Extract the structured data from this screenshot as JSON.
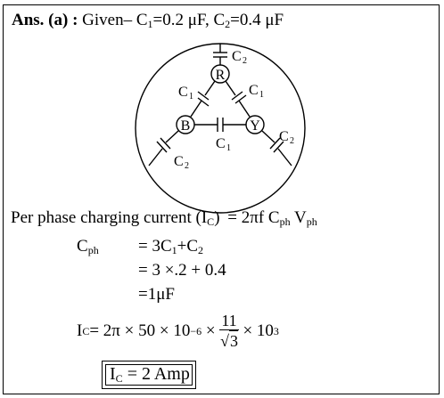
{
  "answer": {
    "label": "Ans. (a) :",
    "given_text": " Given– C",
    "c1_sub": "1",
    "c1_value": "=0.2 μF, C",
    "c2_sub": "2",
    "c2_value": "=0.4 μF"
  },
  "diagram": {
    "node_r": "R",
    "node_b": "B",
    "node_y": "Y",
    "cap_top": "C",
    "cap_top_sub": "2",
    "cap_rb": "C",
    "cap_rb_sub": "1",
    "cap_ry": "C",
    "cap_ry_sub": "1",
    "cap_by": "C",
    "cap_by_sub": "1",
    "cap_b": "C",
    "cap_b_sub": "2",
    "cap_y": "C",
    "cap_y_sub": "2"
  },
  "equations": {
    "charging_label": "Per phase charging current (I",
    "charging_label_sub": "C",
    "charging_label_end": ")",
    "charging_rhs": "= 2πf C",
    "charging_rhs_sub1": "ph",
    "charging_rhs_mid": " V",
    "charging_rhs_sub2": "ph",
    "cph_label": "C",
    "cph_label_sub": "ph",
    "cph_line1": "= 3C",
    "cph_line1_sub": "1",
    "cph_line1_end": "+C",
    "cph_line1_sub2": "2",
    "cph_line2": "= 3 ×.2 + 0.4",
    "cph_line3": "=1μF",
    "ic_label": "I",
    "ic_label_sub": "C",
    "ic_rhs": " = 2π × 50 × 10",
    "ic_exp": "−6",
    "ic_times": " × ",
    "frac_num": "11",
    "frac_den": "3",
    "ic_times2": " × 10",
    "ic_exp2": "3",
    "result_label": "I",
    "result_sub": "C",
    "result_value": " = 2 Amp"
  }
}
